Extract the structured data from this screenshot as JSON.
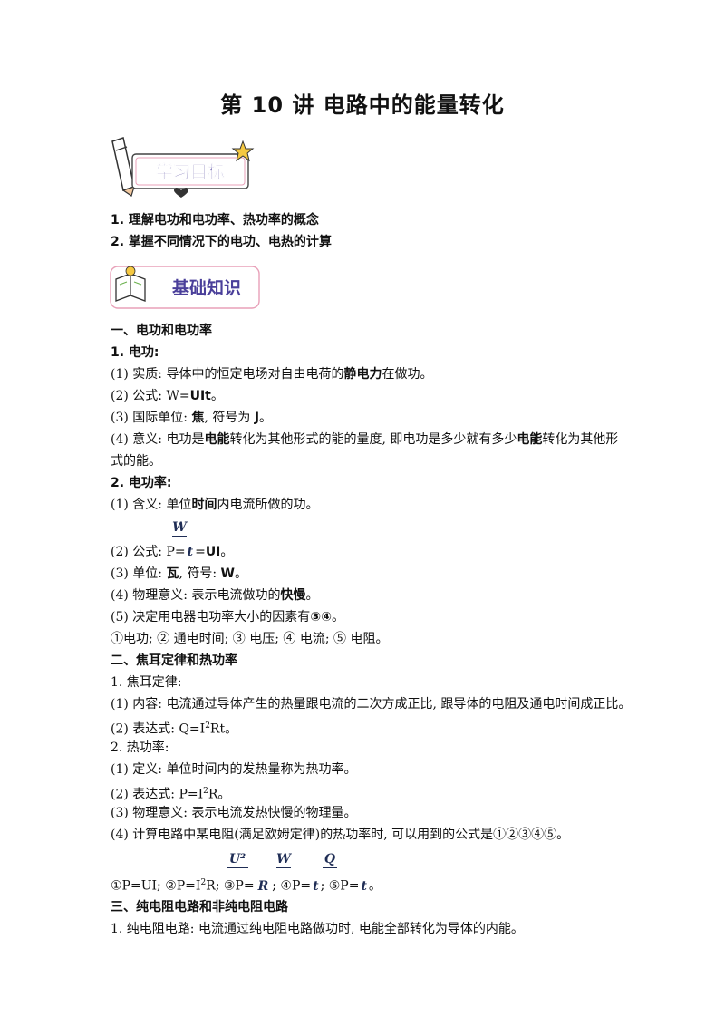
{
  "title": "第 10 讲  电路中的能量转化",
  "banner_goals": "学习目标",
  "banner_knowledge": "基础知识",
  "goals": [
    "1.  理解电功和电功率、热功率的概念",
    "2.  掌握不同情况下的电功、电热的计算"
  ],
  "sec1": "一、电功和电功率",
  "s1_1": "1. 电功:",
  "s1_1a_pre": "(1) 实质: 导体中的恒定电场对自由电荷的",
  "s1_1a_bold": "静电力",
  "s1_1a_post": "在做功。",
  "s1_1b_pre": "(2) 公式: W=",
  "s1_1b_bold": "UIt",
  "s1_1b_post": "。",
  "s1_1c_pre": "(3) 国际单位: ",
  "s1_1c_bold": "焦",
  "s1_1c_mid": ", 符号为 ",
  "s1_1c_bold2": "J",
  "s1_1c_post": "。",
  "s1_1d_pre": "(4) 意义: 电功是",
  "s1_1d_bold": "电能",
  "s1_1d_mid": "转化为其他形式的能的量度, 即电功是多少就有多少",
  "s1_1d_bold2": "电能",
  "s1_1d_post": "转化为其他形",
  "s1_1d_line2": "式的能。",
  "s1_2": "2. 电功率:",
  "s1_2a_pre": "(1) 含义: 单位",
  "s1_2a_bold": "时间",
  "s1_2a_post": "内电流所做的功。",
  "frac_w1_num": "W",
  "frac_w1_den": "t",
  "s1_2b_pre": "(2) 公式: P=",
  "s1_2b_post": "=",
  "s1_2b_bold": "UI",
  "s1_2b_end": "。",
  "s1_2c_pre": "(3) 单位: ",
  "s1_2c_bold": "瓦",
  "s1_2c_mid": ", 符号: ",
  "s1_2c_bold2": "W",
  "s1_2c_post": "。",
  "s1_2d_pre": "(4) 物理意义: 表示电流做功的",
  "s1_2d_bold": "快慢",
  "s1_2d_post": "。",
  "s1_2e_pre": "(5) 决定用电器电功率大小的因素有",
  "s1_2e_bold": "③④",
  "s1_2e_post": "。",
  "s1_2f": "①电功; ② 通电时间; ③ 电压; ④ 电流; ⑤ 电阻。",
  "sec2": "二、焦耳定律和热功率",
  "s2_1": "1. 焦耳定律:",
  "s2_1a": "(1) 内容: 电流通过导体产生的热量跟电流的二次方成正比, 跟导体的电阻及通电时间成正比。",
  "s2_1b_pre": "(2) 表达式: Q=I",
  "s2_1b_sup": "2",
  "s2_1b_post": "Rt。",
  "s2_2": "2. 热功率:",
  "s2_2a": "(1) 定义: 单位时间内的发热量称为热功率。",
  "s2_2b_pre": "(2) 表达式: P=I",
  "s2_2b_sup": "2",
  "s2_2b_post": "R。",
  "s2_2c": "(3) 物理意义: 表示电流发热快慢的物理量。",
  "s2_2d": "(4) 计算电路中某电阻(满足欧姆定律)的热功率时, 可以用到的公式是①②③④⑤。",
  "formula_1": "①P=UI; ②P=I",
  "formula_sup": "2",
  "formula_2": "R; ③P=",
  "formula_3": "; ④P=",
  "formula_4": "; ⑤P=",
  "formula_5": "。",
  "frac_u_num": "U²",
  "frac_u_den": "R",
  "frac_w2_num": "W",
  "frac_w2_den": "t",
  "frac_q_num": "Q",
  "frac_q_den": "t",
  "sec3": "三、纯电阻电路和非纯电阻电路",
  "s3_1": "1. 纯电阻电路: 电流通过纯电阻电路做功时, 电能全部转化为导体的内能。",
  "colors": {
    "banner_purple": "#4a3f9a",
    "banner_pink": "#e8a0b8",
    "formula_navy": "#1f2d55",
    "star": "#f5c842"
  }
}
